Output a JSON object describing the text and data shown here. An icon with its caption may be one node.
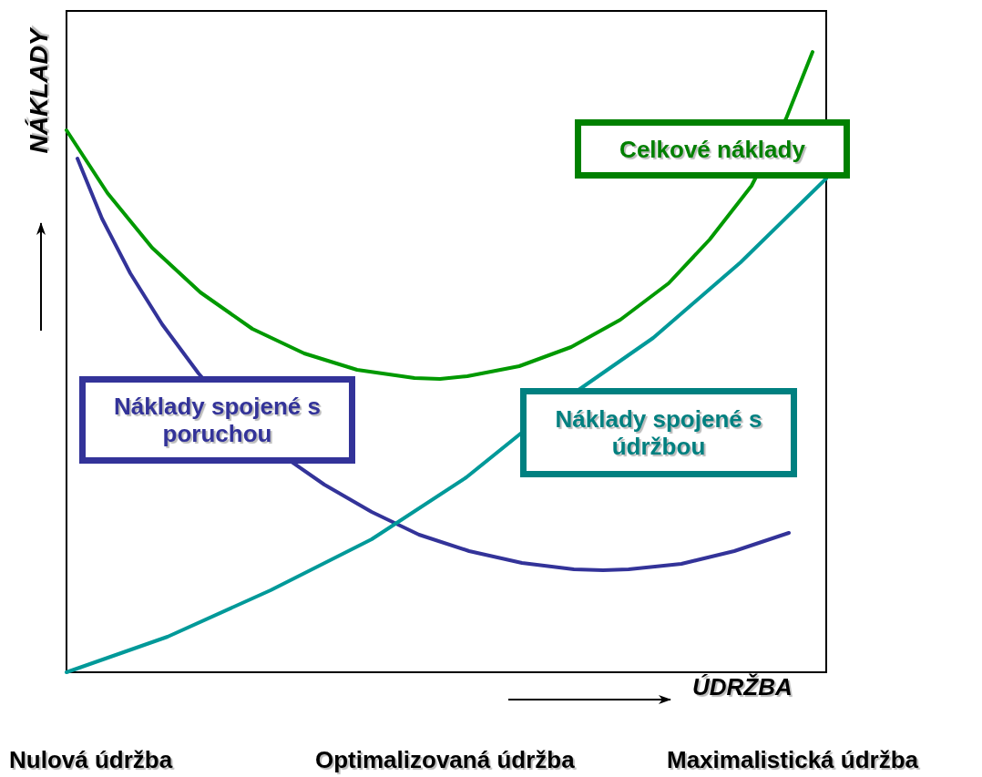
{
  "diagram": {
    "nodes": [
      {
        "text": [
          "Celkové náklady"
        ]
      },
      {
        "text": [
          "Náklady spojené s poruchou"
        ]
      },
      {
        "text": [
          "Náklady spojené s údržbou"
        ]
      }
    ],
    "labels": [
      "NÁKLADY",
      "ÚDRŽBA",
      "Nulová údržba",
      "Optimalizovaná údržba",
      "Maximalistická údržba"
    ]
  }
}
